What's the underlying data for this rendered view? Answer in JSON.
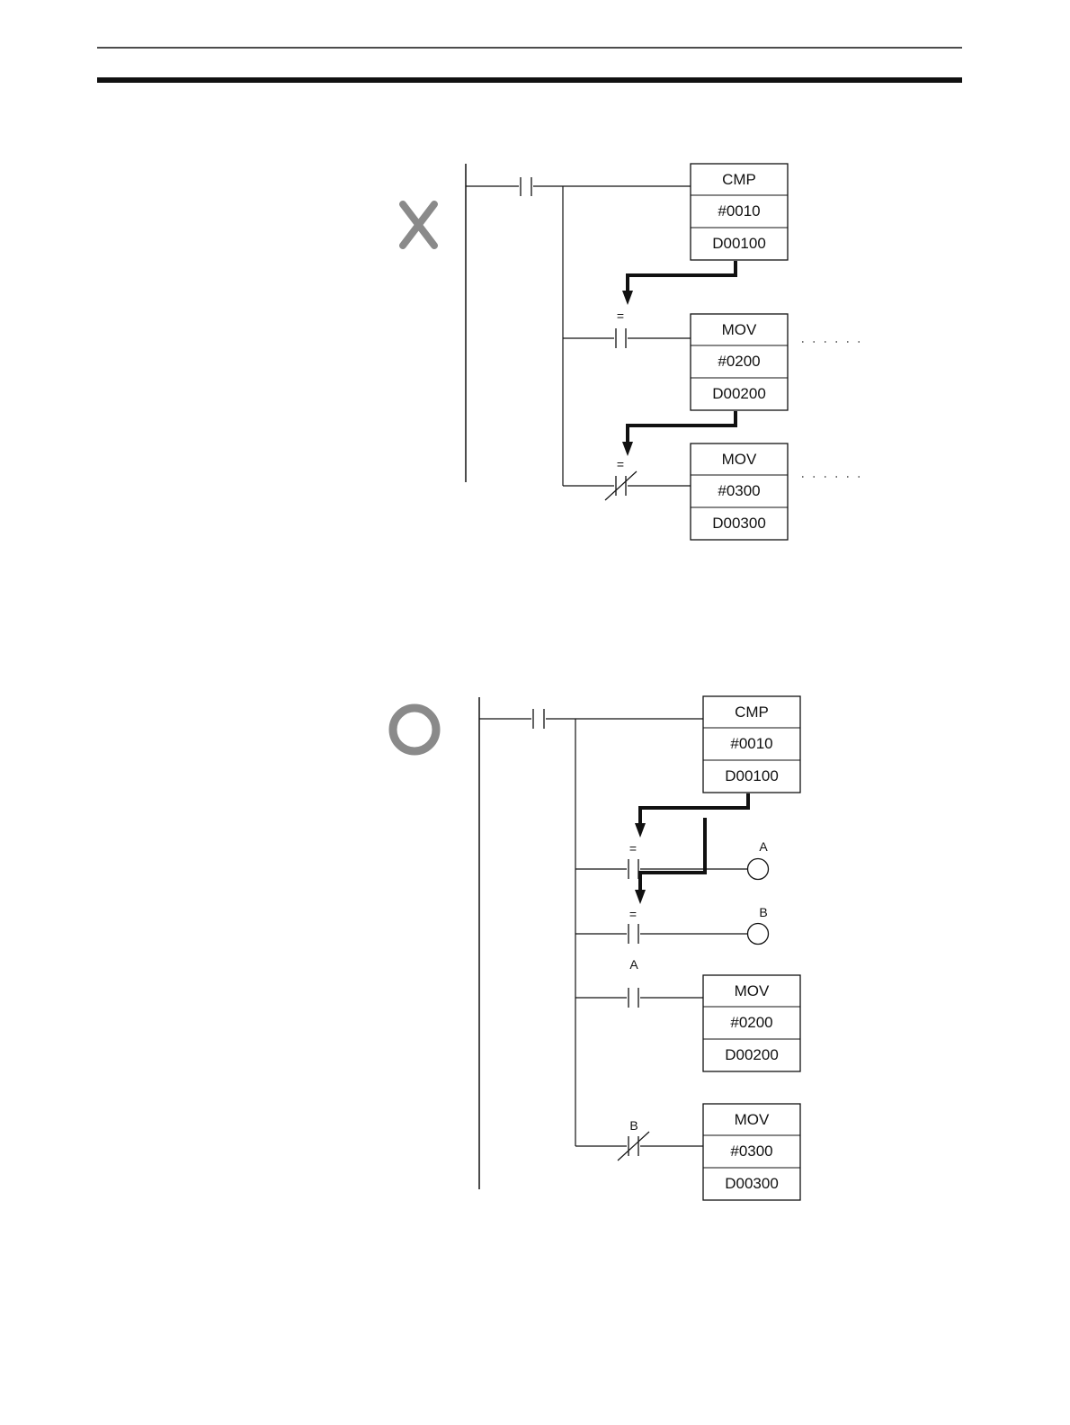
{
  "header": {
    "top_rule": "thin",
    "second_rule": "thick"
  },
  "incorrect_example": {
    "marker_icon": "cross-icon",
    "cmp_block": {
      "mnemonic": "CMP",
      "operand1": "#0010",
      "operand2": "D00100"
    },
    "mov1_block": {
      "mnemonic": "MOV",
      "operand1": "#0200",
      "operand2": "D00200"
    },
    "mov2_block": {
      "mnemonic": "MOV",
      "operand1": "#0300",
      "operand2": "D00300"
    },
    "contact2_flag": "=",
    "contact3_flag": "="
  },
  "correct_example": {
    "marker_icon": "circle-icon",
    "cmp_block": {
      "mnemonic": "CMP",
      "operand1": "#0010",
      "operand2": "D00100"
    },
    "flag_contact_a": "=",
    "flag_contact_b": "=",
    "output_a_label": "A",
    "output_b_label": "B",
    "contact_a_label": "A",
    "contact_b_label": "B",
    "mov1_block": {
      "mnemonic": "MOV",
      "operand1": "#0200",
      "operand2": "D00200"
    },
    "mov2_block": {
      "mnemonic": "MOV",
      "operand1": "#0300",
      "operand2": "D00300"
    }
  },
  "colors": {
    "ink": "#111111",
    "marker_gray": "#8a8a8a"
  }
}
